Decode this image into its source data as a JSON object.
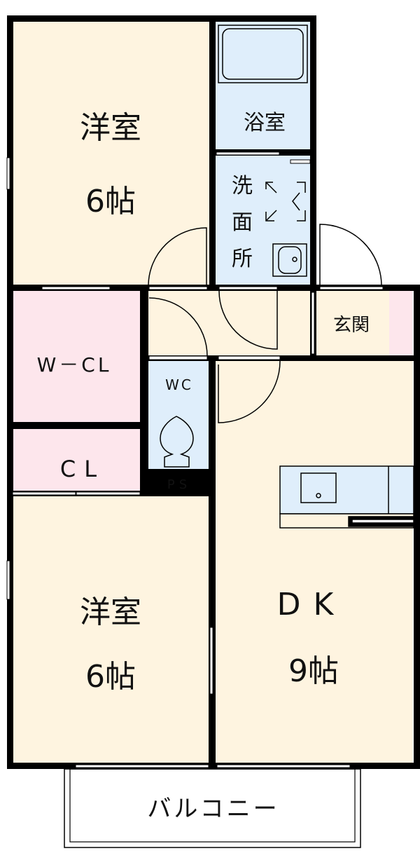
{
  "colors": {
    "room": "#fef4e0",
    "wet": "#dfeefb",
    "storage": "#fde6ec",
    "wall": "#000000"
  },
  "rooms": {
    "western1": {
      "name": "洋室",
      "size": "6帖"
    },
    "bath": {
      "name": "浴室"
    },
    "washroom": {
      "name_lines": [
        "洗",
        "面",
        "所"
      ]
    },
    "entrance": {
      "name": "玄関"
    },
    "walk_in_closet": {
      "name": "W－CL"
    },
    "closet": {
      "name": "CL"
    },
    "wc": {
      "name": "WC"
    },
    "pipe_space": {
      "name": "PS"
    },
    "western2": {
      "name": "洋室",
      "size": "6帖"
    },
    "dk": {
      "name": "DK",
      "size": "9帖"
    },
    "balcony": {
      "name": "バルコニー"
    }
  }
}
